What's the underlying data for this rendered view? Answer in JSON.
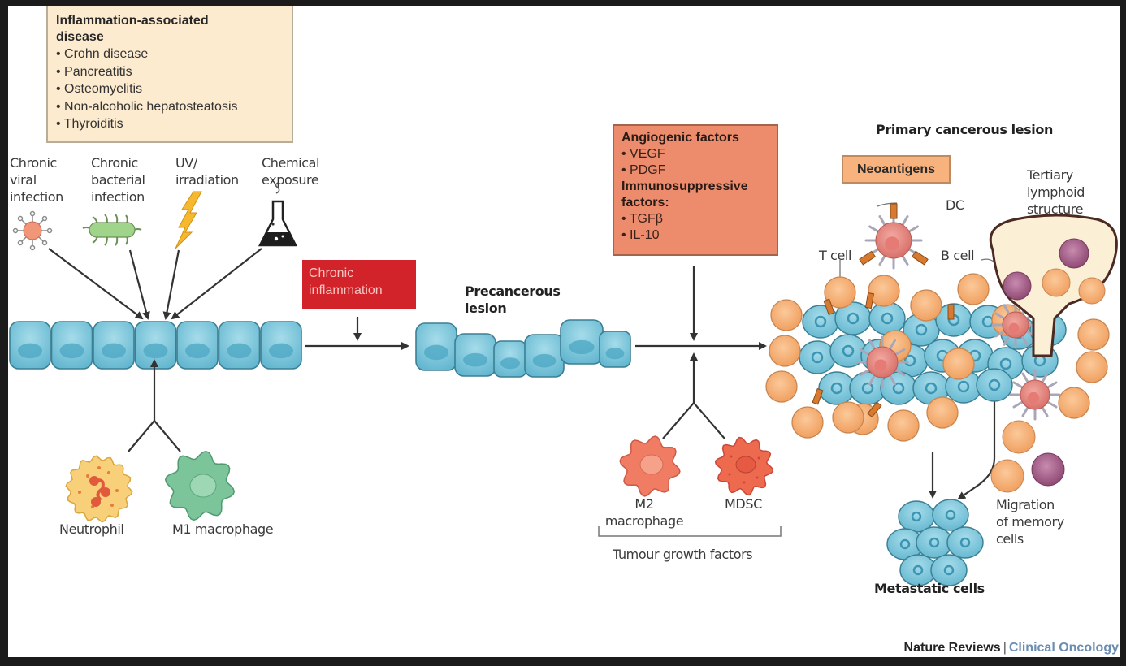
{
  "figure": {
    "credit_journal": "Nature Reviews",
    "credit_separator": "|",
    "credit_section": "Clinical Oncology"
  },
  "disease_box": {
    "title_line1": "Inflammation-associated",
    "title_line2": "disease",
    "items": [
      "• Crohn disease",
      "• Pancreatitis",
      "• Osteomyelitis",
      "• Non-alcoholic hepatosteatosis",
      "• Thyroiditis"
    ]
  },
  "triggers": [
    {
      "lines": [
        "Chronic",
        "viral",
        "infection"
      ],
      "icon": "virus-icon"
    },
    {
      "lines": [
        "Chronic",
        "bacterial",
        "infection"
      ],
      "icon": "bacterium-icon"
    },
    {
      "lines": [
        "UV/",
        "irradiation"
      ],
      "icon": "lightning-icon"
    },
    {
      "lines": [
        "Chemical",
        "exposure"
      ],
      "icon": "flask-icon"
    }
  ],
  "innate_cells": {
    "neutrophil": "Neutrophil",
    "m1": "M1 macrophage"
  },
  "chronic_inflammation": {
    "line1": "Chronic",
    "line2": "inflammation"
  },
  "precancerous": {
    "line1": "Precancerous",
    "line2": "lesion"
  },
  "factors_box": {
    "heading1": "Angiogenic factors",
    "items1": [
      "• VEGF",
      "• PDGF"
    ],
    "heading2_line1": "Immunosuppressive",
    "heading2_line2": "factors:",
    "items2": [
      "• TGFβ",
      "• IL-10"
    ]
  },
  "tumour_cells": {
    "m2_line1": "M2",
    "m2_line2": "macrophage",
    "mdsc": "MDSC",
    "bracket_label": "Tumour growth factors"
  },
  "primary_lesion": {
    "title": "Primary cancerous lesion",
    "neoantigens": "Neoantigens",
    "dc": "DC",
    "t_cell": "T cell",
    "b_cell": "B cell",
    "tls_line1": "Tertiary",
    "tls_line2": "lymphoid",
    "tls_line3": "structure"
  },
  "metastasis": {
    "label": "Metastatic cells",
    "migration_line1": "Migration",
    "migration_line2": "of memory",
    "migration_line3": "cells"
  },
  "colors": {
    "epithelium": "#7cc6dc",
    "epithelium_stroke": "#3c7f93",
    "t_cell": "#f6b27c",
    "dc": "#e0837a",
    "b_cell": "#a45a86",
    "inflammation_red": "#d2232a",
    "factors_salmon": "#ec8c6d",
    "disease_cream": "#fdebcf",
    "credit_blue": "#6a8db1"
  }
}
